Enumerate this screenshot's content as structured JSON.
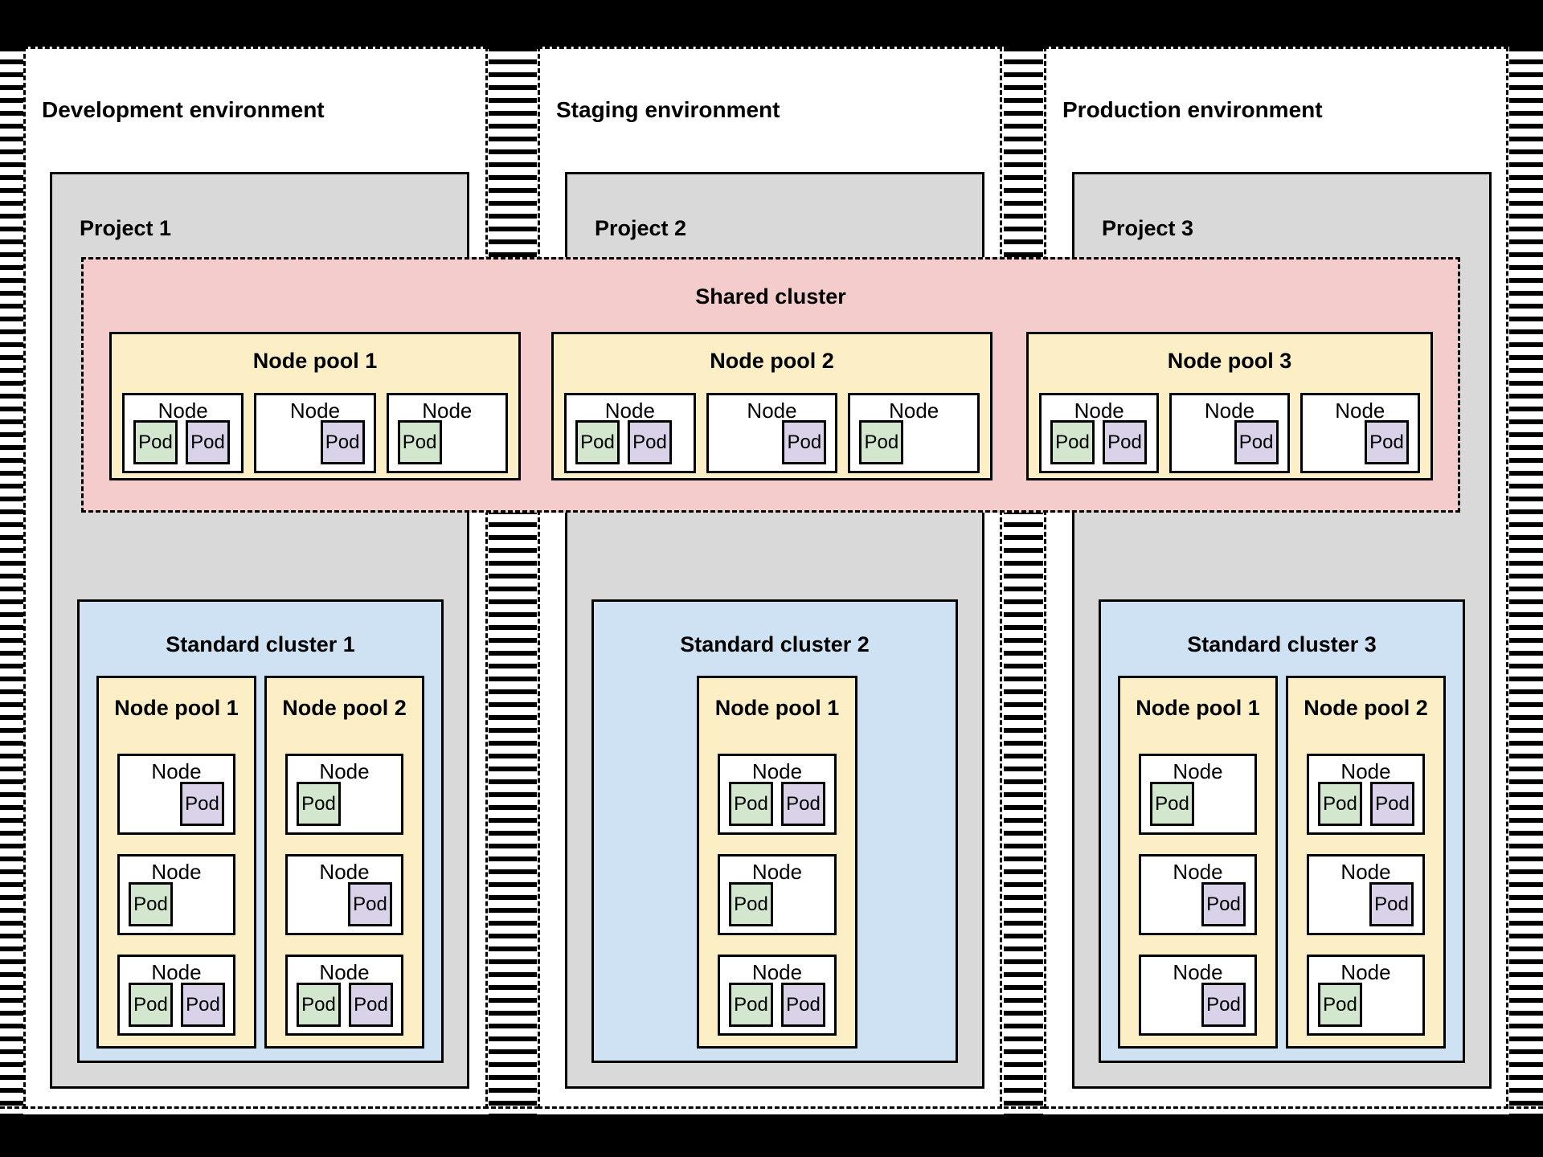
{
  "labels": {
    "node": "Node",
    "pod": "Pod"
  },
  "palette": {
    "background": "#ffffff",
    "frame_bar_black": "#000000",
    "hatch_stripe_black": "#000000",
    "project_gray": "#d9d9d9",
    "shared_cluster_pink": "#f4cccc",
    "node_pool_yellow": "#fcefc6",
    "standard_cluster_blue": "#cfe2f3",
    "pod_green": "#d2e7ce",
    "pod_purple": "#d9d2e9",
    "border_black": "#000000"
  },
  "shared_cluster": {
    "title": "Shared cluster",
    "node_pools": [
      {
        "title": "Node pool 1",
        "nodes": [
          {
            "pods": [
              "green",
              "purple"
            ],
            "align": "left"
          },
          {
            "pods": [
              "purple"
            ],
            "align": "right"
          },
          {
            "pods": [
              "green"
            ],
            "align": "left"
          }
        ]
      },
      {
        "title": "Node pool 2",
        "nodes": [
          {
            "pods": [
              "green",
              "purple"
            ],
            "align": "left"
          },
          {
            "pods": [
              "purple"
            ],
            "align": "right"
          },
          {
            "pods": [
              "green"
            ],
            "align": "left"
          }
        ]
      },
      {
        "title": "Node pool 3",
        "nodes": [
          {
            "pods": [
              "green",
              "purple"
            ],
            "align": "left"
          },
          {
            "pods": [
              "purple"
            ],
            "align": "right"
          },
          {
            "pods": [
              "purple"
            ],
            "align": "right"
          }
        ]
      }
    ]
  },
  "environments": [
    {
      "title": "Development environment",
      "project": {
        "title": "Project 1"
      },
      "standard_cluster": {
        "title": "Standard cluster 1",
        "node_pools": [
          {
            "title": "Node pool 1",
            "nodes": [
              {
                "pods": [
                  "purple"
                ],
                "align": "right"
              },
              {
                "pods": [
                  "green"
                ],
                "align": "left"
              },
              {
                "pods": [
                  "green",
                  "purple"
                ],
                "align": "left"
              }
            ]
          },
          {
            "title": "Node pool 2",
            "nodes": [
              {
                "pods": [
                  "green"
                ],
                "align": "left"
              },
              {
                "pods": [
                  "purple"
                ],
                "align": "right"
              },
              {
                "pods": [
                  "green",
                  "purple"
                ],
                "align": "left"
              }
            ]
          }
        ]
      }
    },
    {
      "title": "Staging environment",
      "project": {
        "title": "Project 2"
      },
      "standard_cluster": {
        "title": "Standard cluster 2",
        "node_pools": [
          {
            "title": "Node pool 1",
            "nodes": [
              {
                "pods": [
                  "green",
                  "purple"
                ],
                "align": "left"
              },
              {
                "pods": [
                  "green"
                ],
                "align": "left"
              },
              {
                "pods": [
                  "green",
                  "purple"
                ],
                "align": "left"
              }
            ]
          }
        ]
      }
    },
    {
      "title": "Production environment",
      "project": {
        "title": "Project 3"
      },
      "standard_cluster": {
        "title": "Standard cluster 3",
        "node_pools": [
          {
            "title": "Node pool 1",
            "nodes": [
              {
                "pods": [
                  "green"
                ],
                "align": "left"
              },
              {
                "pods": [
                  "purple"
                ],
                "align": "right"
              },
              {
                "pods": [
                  "purple"
                ],
                "align": "right"
              }
            ]
          },
          {
            "title": "Node pool 2",
            "nodes": [
              {
                "pods": [
                  "green",
                  "purple"
                ],
                "align": "left"
              },
              {
                "pods": [
                  "purple"
                ],
                "align": "right"
              },
              {
                "pods": [
                  "green"
                ],
                "align": "left"
              }
            ]
          }
        ]
      }
    }
  ]
}
